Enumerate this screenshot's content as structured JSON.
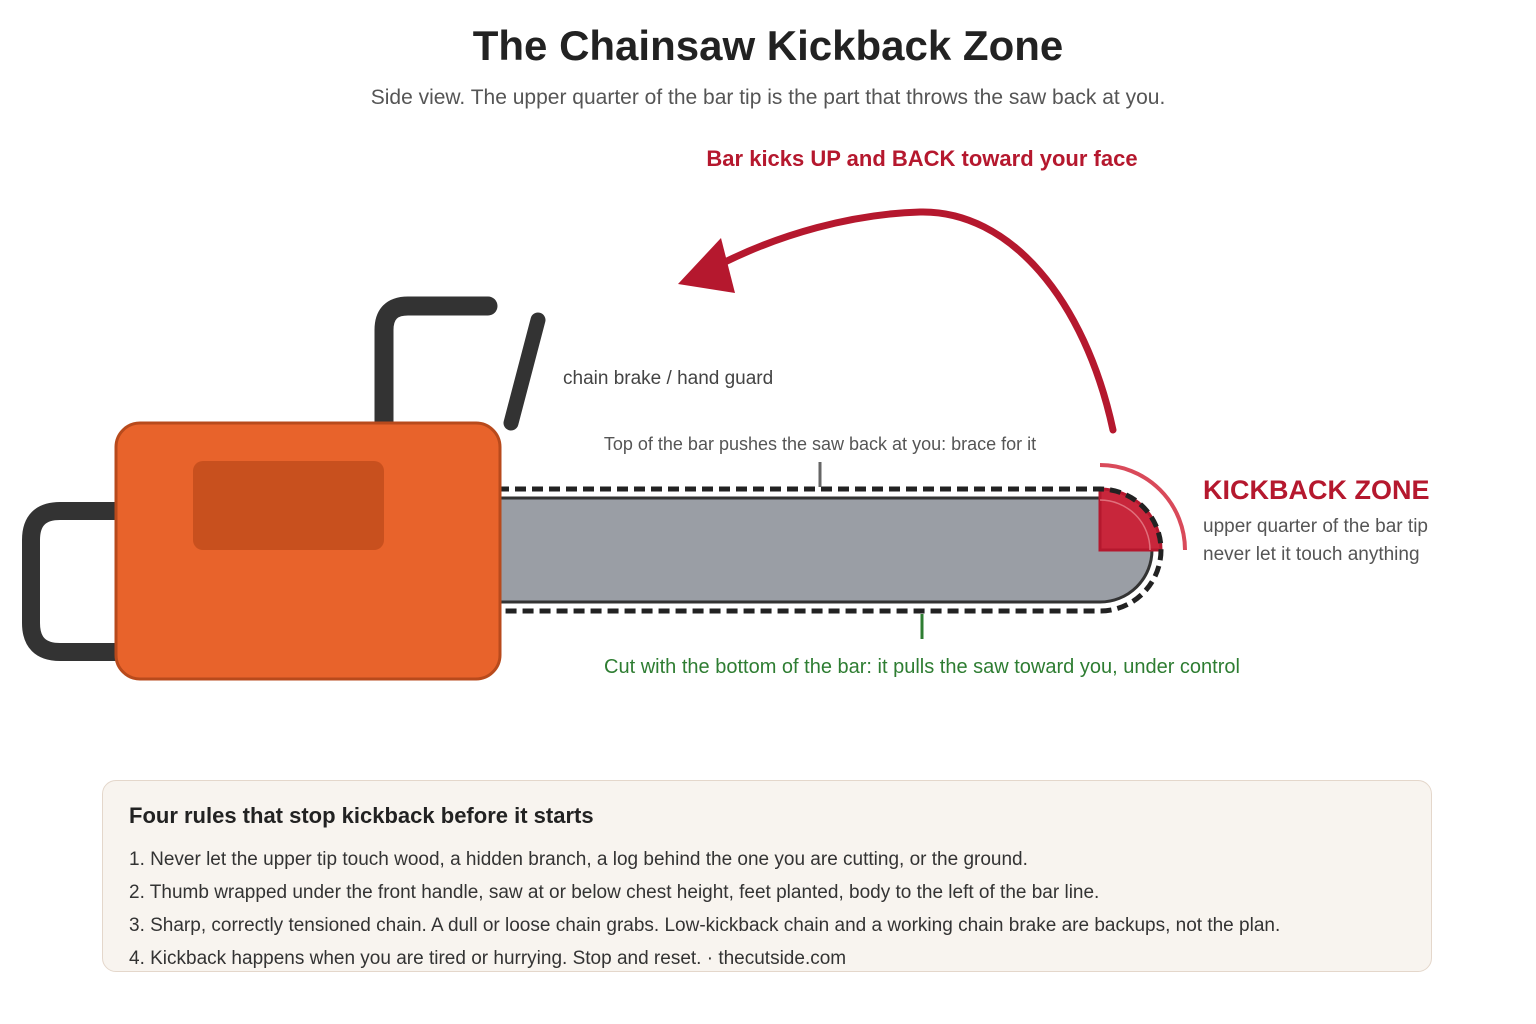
{
  "header": {
    "title": "The Chainsaw Kickback Zone",
    "subtitle": "Side view. The upper quarter of the bar tip is the part that throws the saw back at you."
  },
  "diagram": {
    "kickback_arrow_label": "Bar kicks UP and BACK toward your face",
    "chain_brake_label": "chain brake / hand guard",
    "top_of_bar_label": "Top of the bar pushes the saw back at you: brace for it",
    "bottom_of_bar_label": "Cut with the bottom of the bar: it pulls the saw toward you, under control",
    "kickback_zone": {
      "title": "KICKBACK ZONE",
      "line1": "upper quarter of the bar tip",
      "line2": "never let it touch anything"
    }
  },
  "rules": {
    "heading": "Four rules that stop kickback before it starts",
    "items": [
      "1. Never let the upper tip touch wood, a hidden branch, a log behind the one you are cutting, or the ground.",
      "2. Thumb wrapped under the front handle, saw at or below chest height, feet planted, body to the left of the bar line.",
      "3. Sharp, correctly tensioned chain. A dull or loose chain grabs. Low-kickback chain and a working chain brake are backups, not the plan.",
      "4. Kickback happens when you are tired or hurrying. Stop and reset. · thecutside.com"
    ]
  },
  "colors": {
    "danger": "#b5182e",
    "safe": "#2e7d32",
    "body": "#e8632b",
    "bar": "#9a9ea5",
    "handle": "#333333",
    "panel": "#f8f4ef"
  }
}
